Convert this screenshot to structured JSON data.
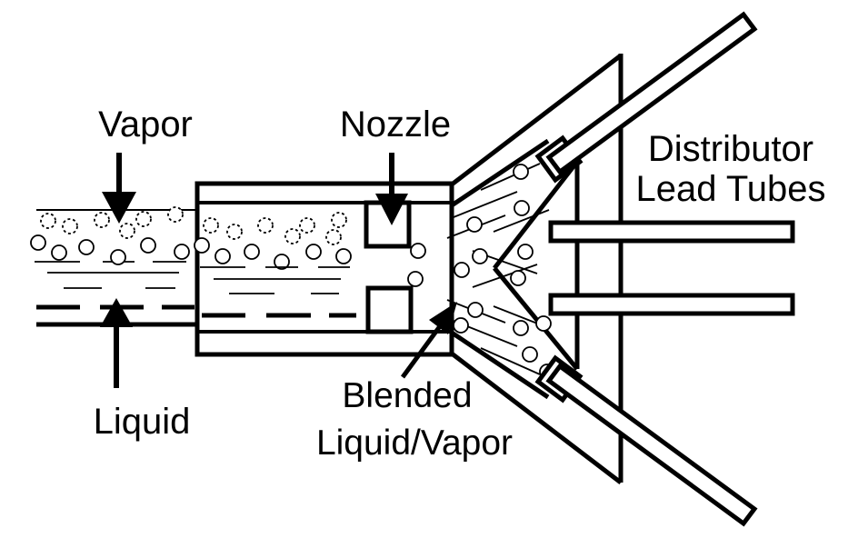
{
  "diagram": {
    "colors": {
      "background": "#ffffff",
      "line": "#000000",
      "text": "#000000"
    },
    "labels": {
      "vapor": "Vapor",
      "nozzle": "Nozzle",
      "liquid": "Liquid",
      "blended_line1": "Blended",
      "blended_line2": "Liquid/Vapor",
      "distributor_line1": "Distributor",
      "distributor_line2": "Lead Tubes"
    }
  }
}
